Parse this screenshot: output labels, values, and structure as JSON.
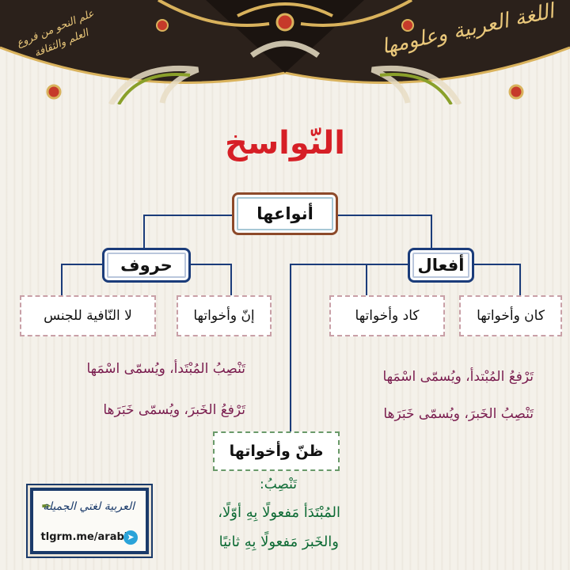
{
  "banner": {
    "right_text": "اللغة العربية وعلومها",
    "left_text": "علم النحو من فروع العلم والثقافة",
    "colors": {
      "dark": "#2b211b",
      "gold": "#d9b25c",
      "red": "#c63a2a"
    }
  },
  "title": "النّواسخ",
  "root": "أنواعها",
  "branches": {
    "af3al": "أفعال",
    "huruf": "حروف"
  },
  "leaves": {
    "kana": "كان وأخواتها",
    "kada": "كاد وأخواتها",
    "inna": "إنّ وأخواتها",
    "la_nafiya": "لا النّافية للجنس",
    "zanna": "ظنّ وأخواتها"
  },
  "rules": {
    "af3al_line1": "تَرْفعُ المُبْتدأ، ويُسمّى اسْمَها",
    "af3al_line2": "تَنْصِبُ الخَبرَ، ويُسمّى خَبَرَها",
    "huruf_line1": "تَنْصِبُ المُبْتَدأ، ويُسمّى اسْمَها",
    "huruf_line2": "تَرْفعُ الخَبرَ، ويُسمّى خَبَرَها",
    "zanna_head": "تَنْصِبُ:",
    "zanna_line1": "المُبْتَدَأ مَفعولًا بِهِ أوّلًا،",
    "zanna_line2": "والخَبرَ مَفعولًا بِهِ ثانيًا"
  },
  "logo": {
    "name": "العربية لغتي الجميلة",
    "url": "tlgrm.me/arabiia",
    "icon": "telegram-icon"
  },
  "colors": {
    "title": "#d61f26",
    "tree_lines": "#1b3c7a",
    "maroon_text": "#7a1d4f",
    "green_text": "#0e6b35"
  }
}
